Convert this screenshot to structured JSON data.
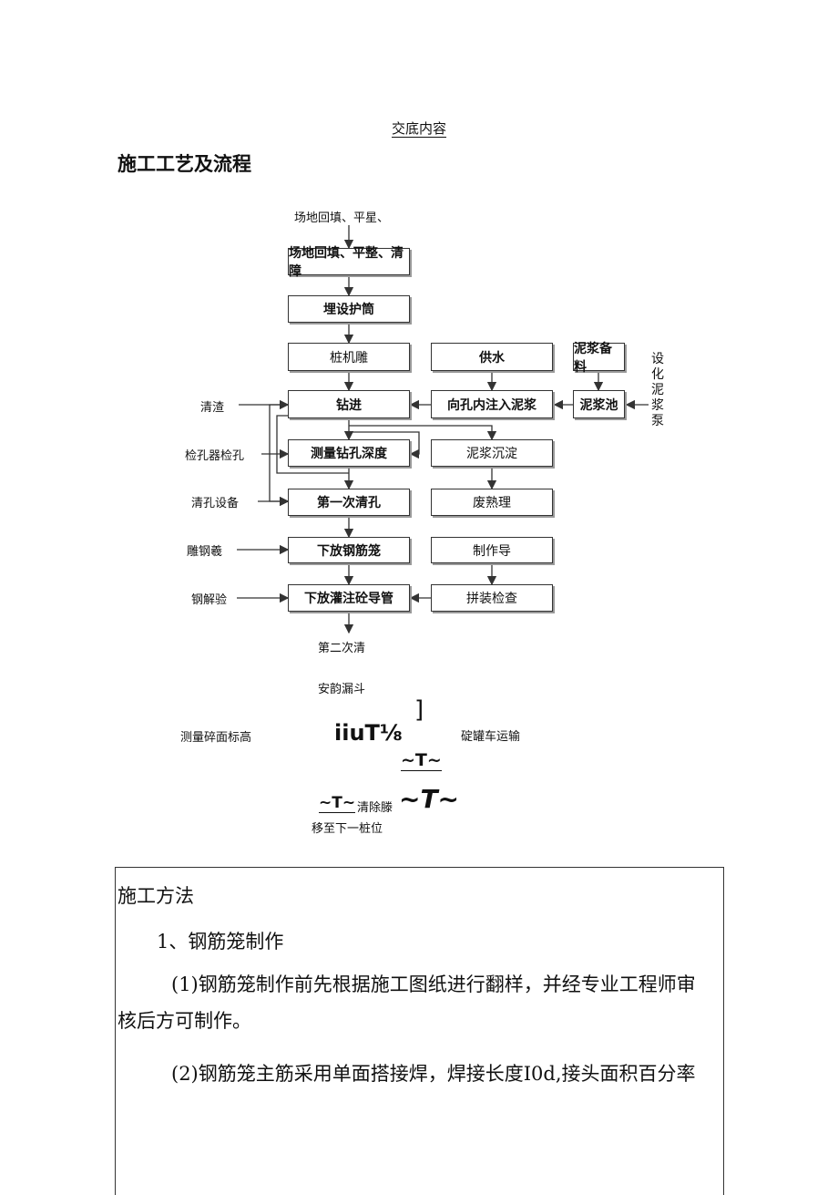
{
  "header": {
    "title": "交底内容"
  },
  "section1": {
    "title": "施工工艺及流程"
  },
  "flow": {
    "top_label": "场地回填、平星、",
    "boxes": {
      "site_prep": "场地回填、平整、清障",
      "casing": "埋设护筒",
      "rig": "桩机雕",
      "water": "供水",
      "mud_material": "泥浆备料",
      "drill": "钻进",
      "inject_mud": "向孔内注入泥浆",
      "mud_pool": "泥浆池",
      "measure_depth": "测量钻孔深度",
      "mud_settle": "泥浆沉淀",
      "first_clean": "第一次清孔",
      "waste": "废熟理",
      "lower_cage": "下放钢筋笼",
      "make_guide": "制作导",
      "lower_pipe": "下放灌注砼导管",
      "assemble_check": "拼装检查"
    },
    "side_labels": {
      "mud_pump": "设\n化\n泥\n浆\n泵",
      "slag": "清渣",
      "hole_checker": "检孔器检孔",
      "clean_equipment": "清孔设备",
      "cage_make": "雕钢羲",
      "steel_check": "钢解验"
    },
    "bottom": {
      "second_clean": "第二次清",
      "install_hopper": "安韵漏斗",
      "measure_top": "测量碎面标高",
      "garbled_1": "iiuT⅛",
      "bracket": "]",
      "truck": "碇罐车运输",
      "tilde_1": "~T~",
      "tilde_2": "~T~",
      "clean_remove": "清除滕",
      "tilde_3": "~T~",
      "move_next": "移至下一桩位"
    }
  },
  "section2": {
    "title": "施工方法",
    "item1": "1、钢筋笼制作",
    "p1_line1": "(1)钢筋笼制作前先根据施工图纸进行翻样，并经专业工程师审",
    "p1_line2": "核后方可制作。",
    "p2_line1": "(2)钢筋笼主筋采用单面搭接焊，焊接长度I0d,接头面积百分率"
  }
}
